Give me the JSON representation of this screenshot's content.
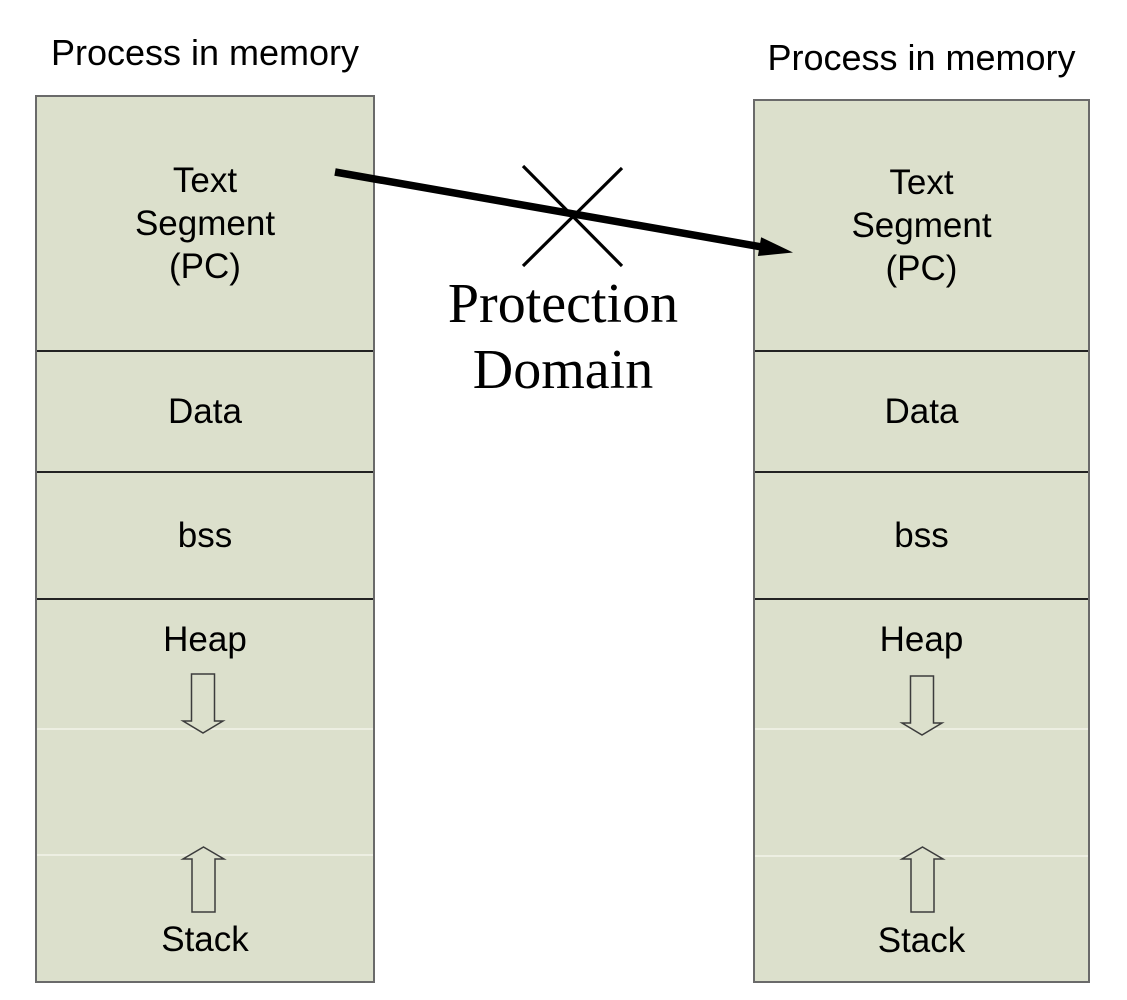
{
  "diagram": {
    "left_process": {
      "title": "Process in memory",
      "segments": [
        {
          "label": "Text\nSegment\n(PC)"
        },
        {
          "label": "Data"
        },
        {
          "label": "bss"
        },
        {
          "label": "Heap"
        },
        {
          "label": ""
        },
        {
          "label": "Stack"
        }
      ]
    },
    "right_process": {
      "title": "Process in memory",
      "segments": [
        {
          "label": "Text\nSegment\n(PC)"
        },
        {
          "label": "Data"
        },
        {
          "label": "bss"
        },
        {
          "label": "Heap"
        },
        {
          "label": ""
        },
        {
          "label": "Stack"
        }
      ]
    },
    "protection_label": {
      "text": "Protection\nDomain"
    },
    "icons": {
      "heap_growth": "down-block-arrow-icon",
      "stack_growth": "up-block-arrow-icon",
      "blocked_transition": "crossed-out-arrow-icon"
    },
    "colors": {
      "segment_fill": "#dce0cc",
      "segment_border": "#6a6a6a",
      "segment_divider": "#222222",
      "faint_divider": "#edefe2",
      "block_arrow_outline": "#3c3c3c",
      "arrow": "#000000"
    }
  }
}
